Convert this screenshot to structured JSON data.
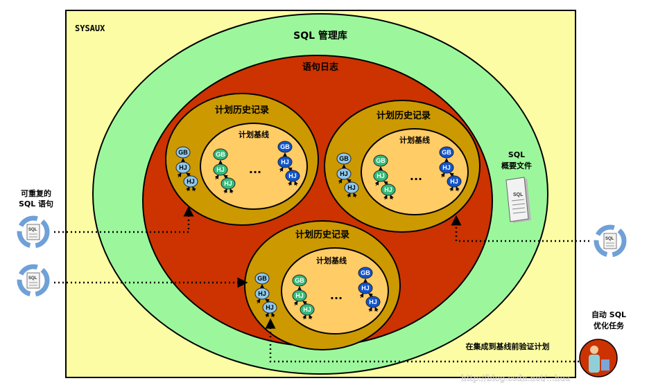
{
  "labels": {
    "sysaux": "SYSAUX",
    "sql_mgmt": "SQL 管理库",
    "stmt_log": "语句日志",
    "plan_history": "计划历史记录",
    "plan_baseline": "计划基线",
    "ellipsis": "...",
    "sql_profile_line1": "SQL",
    "sql_profile_line2": "概要文件",
    "repeatable_line1": "可重复的",
    "repeatable_line2": "SQL 语句",
    "auto_task_line1": "自动 SQL",
    "auto_task_line2": "优化任务",
    "verify_before": "在集成到基线前验证计划",
    "watermark": "http://blog.csdn.net/...hua"
  },
  "nodes": {
    "gb": "GB",
    "hj": "HJ"
  },
  "colors": {
    "sysaux_bg": "#fbfca4",
    "mgmt_bg": "#9cf79c",
    "log_bg": "#cc3300",
    "history_bg": "#cc9900",
    "baseline_bg": "#ffcc66",
    "node_light_blue": "#8fc9ea",
    "node_green": "#33bb77",
    "node_blue": "#1155cc"
  }
}
